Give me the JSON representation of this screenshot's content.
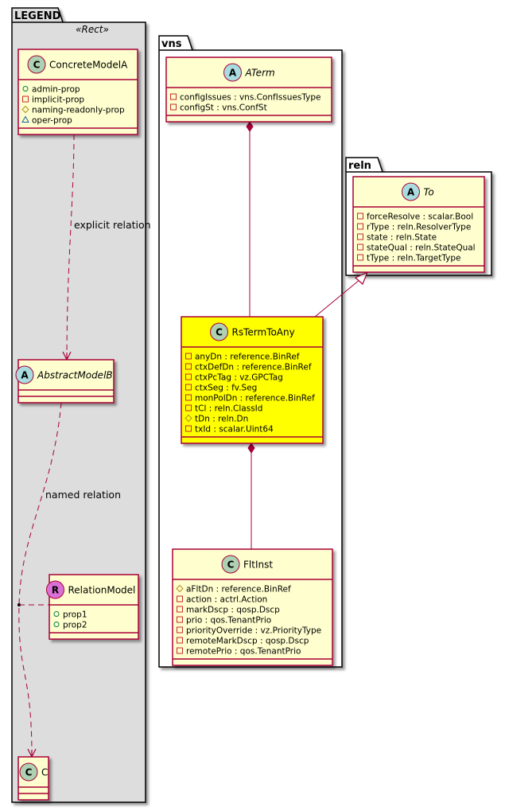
{
  "diagram": {
    "packages": [
      {
        "id": "legend",
        "name": "LEGEND",
        "stereotype": "«Rect»",
        "fill": "#DDDDDD"
      },
      {
        "id": "vns",
        "name": "vns",
        "fill": "#FFFFFF"
      },
      {
        "id": "reln",
        "name": "reln",
        "fill": "#FFFFFF"
      }
    ],
    "classes": [
      {
        "id": "ConcreteModelA",
        "name": "ConcreteModelA",
        "kind": "C",
        "abstract": false,
        "fill": "#FEFECE",
        "attributes": [
          {
            "vis": "public",
            "text": "admin-prop"
          },
          {
            "vis": "private",
            "text": "implicit-prop"
          },
          {
            "vis": "protected",
            "text": "naming-readonly-prop"
          },
          {
            "vis": "package",
            "text": "oper-prop"
          }
        ]
      },
      {
        "id": "AbstractModelB",
        "name": "AbstractModelB",
        "kind": "A",
        "abstract": true,
        "fill": "#FEFECE",
        "attributes": []
      },
      {
        "id": "RelationModel",
        "name": "RelationModel",
        "kind": "R",
        "abstract": false,
        "fill": "#FEFECE",
        "attributes": [
          {
            "vis": "public",
            "text": "prop1"
          },
          {
            "vis": "public",
            "text": "prop2"
          }
        ]
      },
      {
        "id": "C",
        "name": "C",
        "kind": "C",
        "abstract": false,
        "fill": "#FEFECE",
        "attributes": []
      },
      {
        "id": "ATerm",
        "name": "ATerm",
        "kind": "A",
        "abstract": true,
        "fill": "#FEFECE",
        "attributes": [
          {
            "vis": "private",
            "text": "configIssues : vns.ConfIssuesType"
          },
          {
            "vis": "private",
            "text": "configSt : vns.ConfSt"
          }
        ]
      },
      {
        "id": "To",
        "name": "To",
        "kind": "A",
        "abstract": true,
        "fill": "#FEFECE",
        "attributes": [
          {
            "vis": "private",
            "text": "forceResolve : scalar.Bool"
          },
          {
            "vis": "private",
            "text": "rType : reln.ResolverType"
          },
          {
            "vis": "private",
            "text": "state : reln.State"
          },
          {
            "vis": "private",
            "text": "stateQual : reln.StateQual"
          },
          {
            "vis": "private",
            "text": "tType : reln.TargetType"
          }
        ]
      },
      {
        "id": "RsTermToAny",
        "name": "RsTermToAny",
        "kind": "C",
        "abstract": false,
        "fill": "#FFFF00",
        "attributes": [
          {
            "vis": "private",
            "text": "anyDn : reference.BinRef"
          },
          {
            "vis": "private",
            "text": "ctxDefDn : reference.BinRef"
          },
          {
            "vis": "private",
            "text": "ctxPcTag : vz.GPCTag"
          },
          {
            "vis": "private",
            "text": "ctxSeg : fv.Seg"
          },
          {
            "vis": "private",
            "text": "monPolDn : reference.BinRef"
          },
          {
            "vis": "private",
            "text": "tCl : reln.ClassId"
          },
          {
            "vis": "protected",
            "text": "tDn : reln.Dn"
          },
          {
            "vis": "private",
            "text": "txId : scalar.Uint64"
          }
        ]
      },
      {
        "id": "FltInst",
        "name": "FltInst",
        "kind": "C",
        "abstract": false,
        "fill": "#FEFECE",
        "attributes": [
          {
            "vis": "protected",
            "text": "aFltDn : reference.BinRef"
          },
          {
            "vis": "private",
            "text": "action : actrl.Action"
          },
          {
            "vis": "private",
            "text": "markDscp : qosp.Dscp"
          },
          {
            "vis": "private",
            "text": "prio : qos.TenantPrio"
          },
          {
            "vis": "private",
            "text": "priorityOverride : vz.PriorityType"
          },
          {
            "vis": "private",
            "text": "remoteMarkDscp : qosp.Dscp"
          },
          {
            "vis": "private",
            "text": "remotePrio : qos.TenantPrio"
          }
        ]
      }
    ],
    "relations": [
      {
        "from": "ConcreteModelA",
        "to": "AbstractModelB",
        "type": "dependency",
        "label": "explicit relation"
      },
      {
        "from": "AbstractModelB",
        "to": "C",
        "type": "dependency",
        "label": "named relation",
        "association_class": "RelationModel"
      },
      {
        "from": "ATerm",
        "to": "RsTermToAny",
        "type": "composition",
        "label": ""
      },
      {
        "from": "RsTermToAny",
        "to": "To",
        "type": "inheritance",
        "label": ""
      },
      {
        "from": "RsTermToAny",
        "to": "FltInst",
        "type": "composition",
        "label": ""
      }
    ],
    "colors": {
      "border": "#A80036",
      "class_fill": "#FEFECE",
      "highlight_fill": "#FFFF00",
      "badge_C": "#ADD1B2",
      "badge_A": "#A9DCDF",
      "badge_R": "#DA70D6",
      "vis_public": "#038048",
      "vis_private": "#C82930",
      "vis_protected": "#B38D22",
      "vis_package": "#1963A0"
    }
  }
}
